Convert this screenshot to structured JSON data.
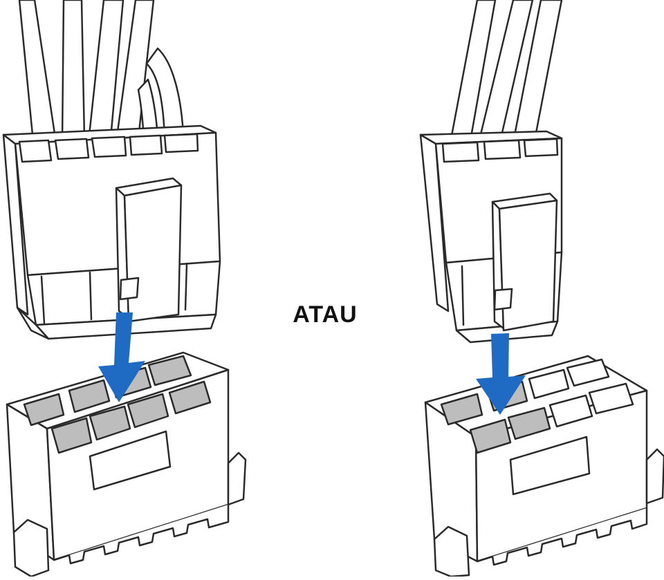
{
  "center_label": "ATAU",
  "colors": {
    "line": "#2a2a2a",
    "fill": "#ffffff",
    "pin_filled": "#bdbdbd",
    "arrow": "#1f6bc4",
    "text": "#111111"
  },
  "icons": {
    "left": "8-pin-pcie-connector-illustration",
    "right": "6-pin-pcie-connector-illustration"
  }
}
